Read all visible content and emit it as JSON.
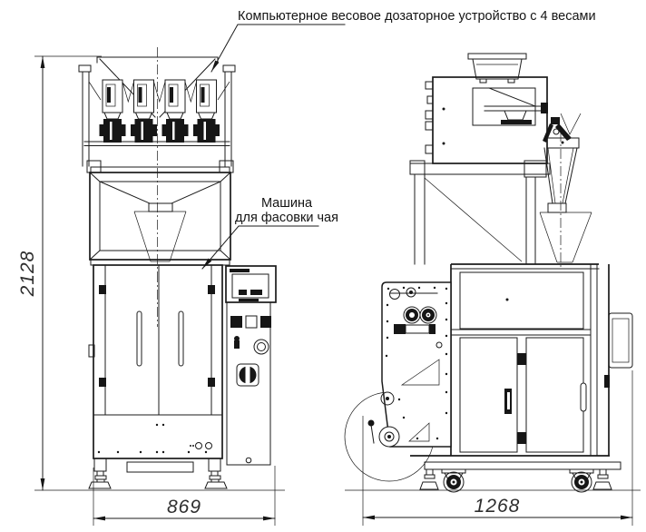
{
  "drawing": {
    "background_color": "#ffffff",
    "line_color": "#1b1b1b"
  },
  "labels": {
    "weigher": "Компьютерное весовое дозаторное устройство с 4 весами",
    "machine_line1": "Машина",
    "machine_line2": "для фасовки чая"
  },
  "dimensions": {
    "height": "2128",
    "front_width": "869",
    "side_width": "1268"
  }
}
